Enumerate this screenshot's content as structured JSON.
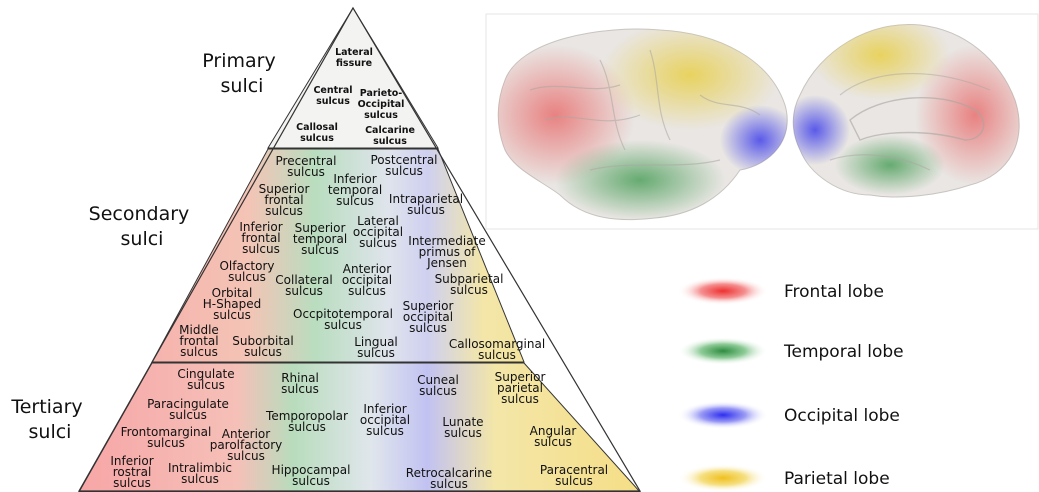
{
  "tiers": {
    "primary": [
      "Primary",
      "sulci"
    ],
    "secondary": [
      "Secondary",
      "sulci"
    ],
    "tertiary": [
      "Tertiary",
      "sulci"
    ]
  },
  "primary_sulci": [
    [
      "Lateral",
      "fissure"
    ],
    [
      "Central",
      "sulcus"
    ],
    [
      "Parieto-",
      "Occipital",
      "sulcus"
    ],
    [
      "Callosal",
      "sulcus"
    ],
    [
      "Calcarine",
      "sulcus"
    ]
  ],
  "secondary_sulci": [
    [
      "Precentral",
      "sulcus"
    ],
    [
      "Postcentral",
      "sulcus"
    ],
    [
      "Inferior",
      "temporal",
      "sulcus"
    ],
    [
      "Superior",
      "frontal",
      "sulcus"
    ],
    [
      "Intraparietal",
      "sulcus"
    ],
    [
      "Lateral",
      "occipital",
      "sulcus"
    ],
    [
      "Inferior",
      "frontal",
      "sulcus"
    ],
    [
      "Superior",
      "temporal",
      "sulcus"
    ],
    [
      "Intermediate",
      "primus of",
      "Jensen"
    ],
    [
      "Olfactory",
      "sulcus"
    ],
    [
      "Anterior",
      "occipital",
      "sulcus"
    ],
    [
      "Collateral",
      "sulcus"
    ],
    [
      "Subparietal",
      "sulcus"
    ],
    [
      "Orbital",
      "H-Shaped",
      "sulcus"
    ],
    [
      "Superior",
      "occipital",
      "sulcus"
    ],
    [
      "Occpitotemporal",
      "sulcus"
    ],
    [
      "Middle",
      "frontal",
      "sulcus"
    ],
    [
      "Suborbital",
      "sulcus"
    ],
    [
      "Lingual",
      "sulcus"
    ],
    [
      "Callosomarginal",
      "sulcus"
    ]
  ],
  "tertiary_sulci": [
    [
      "Cingulate",
      "sulcus"
    ],
    [
      "Rhinal",
      "sulcus"
    ],
    [
      "Cuneal",
      "sulcus"
    ],
    [
      "Superior",
      "parietal",
      "sulcus"
    ],
    [
      "Paracingulate",
      "sulcus"
    ],
    [
      "Inferior",
      "occipital",
      "sulcus"
    ],
    [
      "Temporopolar",
      "sulcus"
    ],
    [
      "Lunate",
      "sulcus"
    ],
    [
      "Frontomarginal",
      "sulcus"
    ],
    [
      "Anterior",
      "parolfactory",
      "sulcus"
    ],
    [
      "Angular",
      "sulcus"
    ],
    [
      "Inferior",
      "rostral",
      "sulcus"
    ],
    [
      "Intralimbic",
      "sulcus"
    ],
    [
      "Hippocampal",
      "sulcus"
    ],
    [
      "Retrocalcarine",
      "sulcus"
    ],
    [
      "Paracentral",
      "sulcus"
    ]
  ],
  "legend": [
    {
      "label": "Frontal lobe",
      "color": "#f06a6a"
    },
    {
      "label": "Temporal lobe",
      "color": "#5cb06a"
    },
    {
      "label": "Occipital lobe",
      "color": "#5c5cf0"
    },
    {
      "label": "Parietal lobe",
      "color": "#f0d050"
    }
  ],
  "lobe_colors": {
    "frontal": "#f5a0a0",
    "temporal": "#9fd3a8",
    "occipital": "#a8a8f0",
    "parietal": "#f5e08a",
    "primary_tier": "#f2f2f2"
  }
}
